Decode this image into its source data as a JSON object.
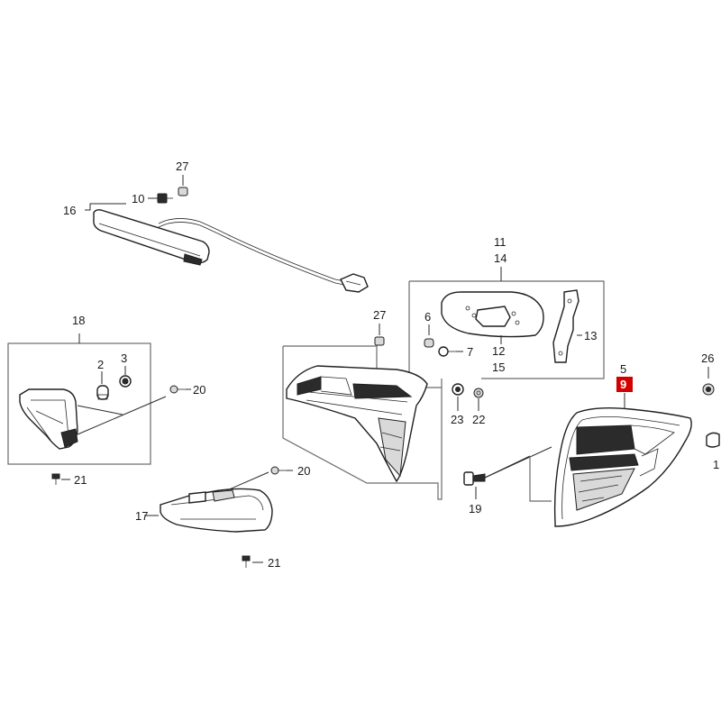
{
  "callouts": {
    "c2": "2",
    "c3": "3",
    "c5": "5",
    "c6": "6",
    "c7": "7",
    "c9": "9",
    "c10": "10",
    "c11": "11",
    "c12": "12",
    "c13": "13",
    "c14": "14",
    "c15": "15",
    "c16": "16",
    "c17": "17",
    "c18": "18",
    "c19": "19",
    "c20a": "20",
    "c20b": "20",
    "c21a": "21",
    "c21b": "21",
    "c22": "22",
    "c23": "23",
    "c26": "26",
    "c27a": "27",
    "c27b": "27",
    "c1": "1"
  },
  "highlight": {
    "color": "#d40000",
    "callout": "9"
  }
}
